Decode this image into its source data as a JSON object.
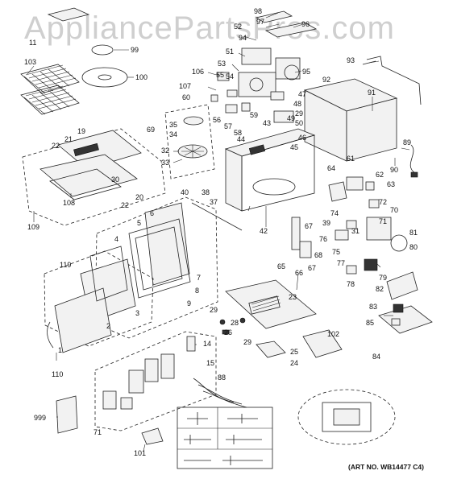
{
  "watermark": "AppliancePartsPros.com",
  "art_number": "(ART NO. WB14477 C4)",
  "callouts": [
    "98",
    "97",
    "96",
    "52",
    "51",
    "53",
    "54",
    "95",
    "94",
    "106",
    "55",
    "107",
    "60",
    "56",
    "57",
    "58",
    "59",
    "43",
    "29",
    "50",
    "49",
    "48",
    "47",
    "93",
    "92",
    "91",
    "100",
    "99",
    "103",
    "35",
    "34",
    "69",
    "32",
    "33",
    "44",
    "46",
    "45",
    "89",
    "90",
    "19",
    "21",
    "22",
    "30",
    "20",
    "22",
    "108",
    "109",
    "61",
    "62",
    "63",
    "64",
    "38",
    "37",
    "40",
    "42",
    "72",
    "74",
    "39",
    "70",
    "71",
    "81",
    "76",
    "31",
    "80",
    "75",
    "77",
    "78",
    "79",
    "82",
    "65",
    "66",
    "67",
    "68",
    "67",
    "5",
    "6",
    "4",
    "7",
    "8",
    "9",
    "119",
    "3",
    "2",
    "1",
    "110",
    "23",
    "29",
    "26",
    "28",
    "29",
    "102",
    "25",
    "24",
    "83",
    "85",
    "84",
    "14",
    "15",
    "88",
    "999",
    "101",
    "11"
  ],
  "callout_text": {
    "c98": "98",
    "c97": "97",
    "c96": "96",
    "c52": "52",
    "c51": "51",
    "c53": "53",
    "c54": "54",
    "c95": "95",
    "c94": "94",
    "c106": "106",
    "c55": "55",
    "c107": "107",
    "c60": "60",
    "c56": "56",
    "c57": "57",
    "c58": "58",
    "c59": "59",
    "c43": "43",
    "c29a": "29",
    "c50": "50",
    "c49": "49",
    "c48": "48",
    "c47": "47",
    "c93": "93",
    "c92": "92",
    "c91": "91",
    "c100": "100",
    "c99": "99",
    "c103": "103",
    "c35": "35",
    "c34": "34",
    "c69": "69",
    "c32": "32",
    "c33": "33",
    "c44": "44",
    "c46": "46",
    "c45": "45",
    "c89": "89",
    "c90": "90",
    "c19": "19",
    "c21": "21",
    "c22a": "22",
    "c30": "30",
    "c20": "20",
    "c22b": "22",
    "c108": "108",
    "c109": "109",
    "c61": "61",
    "c62": "62",
    "c63": "63",
    "c64": "64",
    "c38": "38",
    "c37": "37",
    "c40": "40",
    "c42": "42",
    "c72": "72",
    "c74": "74",
    "c39": "39",
    "c70": "70",
    "c71a": "71",
    "c81": "81",
    "c76": "76",
    "c31": "31",
    "c80": "80",
    "c75": "75",
    "c77": "77",
    "c78": "78",
    "c79": "79",
    "c82": "82",
    "c65": "65",
    "c66": "66",
    "c67a": "67",
    "c68": "68",
    "c67b": "67",
    "c5": "5",
    "c6": "6",
    "c4": "4",
    "c7": "7",
    "c8": "8",
    "c9": "9",
    "c119": "119",
    "c3": "3",
    "c2": "2",
    "c1": "1",
    "c110": "110",
    "c23": "23",
    "c29b": "29",
    "c26": "26",
    "c28": "28",
    "c29c": "29",
    "c102": "102",
    "c25": "25",
    "c24": "24",
    "c83": "83",
    "c85": "85",
    "c84": "84",
    "c14": "14",
    "c15": "15",
    "c88": "88",
    "c999": "999",
    "c101": "101",
    "c71b": "71",
    "c11": "11"
  }
}
